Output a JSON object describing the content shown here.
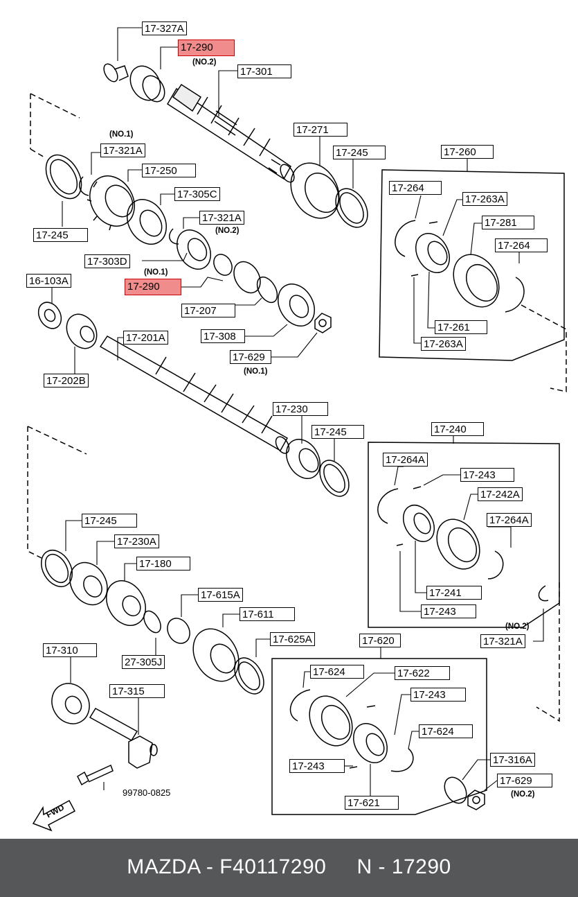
{
  "labels": {
    "l_327A": "17-327A",
    "l_290_no2": "17-290",
    "l_301": "17-301",
    "l_271": "17-271",
    "l_245_a": "17-245",
    "l_260": "17-260",
    "l_321A_no1": "17-321A",
    "l_250": "17-250",
    "l_305C": "17-305C",
    "l_321A_no2": "17-321A",
    "l_303D": "17-303D",
    "l_245_b": "17-245",
    "l_264_a": "17-264",
    "l_263A_a": "17-263A",
    "l_281": "17-281",
    "l_264_b": "17-264",
    "l_261": "17-261",
    "l_263A_b": "17-263A",
    "l_103A": "16-103A",
    "l_290_no1": "17-290",
    "l_207": "17-207",
    "l_308": "17-308",
    "l_629_no1": "17-629",
    "l_201A": "17-201A",
    "l_202B": "17-202B",
    "l_230": "17-230",
    "l_245_c": "17-245",
    "l_240": "17-240",
    "l_264A_a": "17-264A",
    "l_243_a": "17-243",
    "l_242A": "17-242A",
    "l_264A_b": "17-264A",
    "l_241": "17-241",
    "l_243_b": "17-243",
    "l_245_d": "17-245",
    "l_230A": "17-230A",
    "l_180": "17-180",
    "l_615A": "17-615A",
    "l_611": "17-611",
    "l_625A": "17-625A",
    "l_620": "17-620",
    "l_321A_no2b": "17-321A",
    "l_305J": "27-305J",
    "l_310": "17-310",
    "l_315": "17-315",
    "l_624_a": "17-624",
    "l_622": "17-622",
    "l_243_c": "17-243",
    "l_624_b": "17-624",
    "l_243_d": "17-243",
    "l_621": "17-621",
    "l_316A": "17-316A",
    "l_629_no2": "17-629"
  },
  "notes": {
    "n_no2_a": "(NO.2)",
    "n_no1_a": "(NO.1)",
    "n_no2_b": "(NO.2)",
    "n_no1_b": "(NO.1)",
    "n_no1_c": "(NO.1)",
    "n_no2_c": "(NO.2)",
    "n_no2_d": "(NO.2)"
  },
  "bolt_number": "99780-0825",
  "fwd_label": "FWD",
  "highlight_color": "#f08c8c",
  "footer": {
    "text": "MAZDA - F40117290     N - 17290",
    "background": "#555759"
  }
}
